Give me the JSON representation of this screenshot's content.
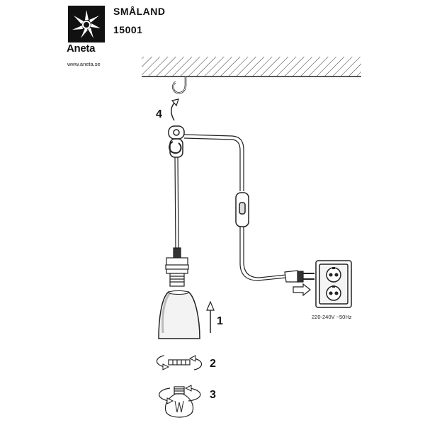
{
  "brand": {
    "name": "Aneta",
    "website": "www.aneta.se"
  },
  "product": {
    "title": "SMÅLAND",
    "code": "15001"
  },
  "steps": {
    "step1": "1",
    "step2": "2",
    "step3": "3",
    "step4": "4"
  },
  "power": {
    "voltage_label": "220-240V ~50Hz"
  }
}
